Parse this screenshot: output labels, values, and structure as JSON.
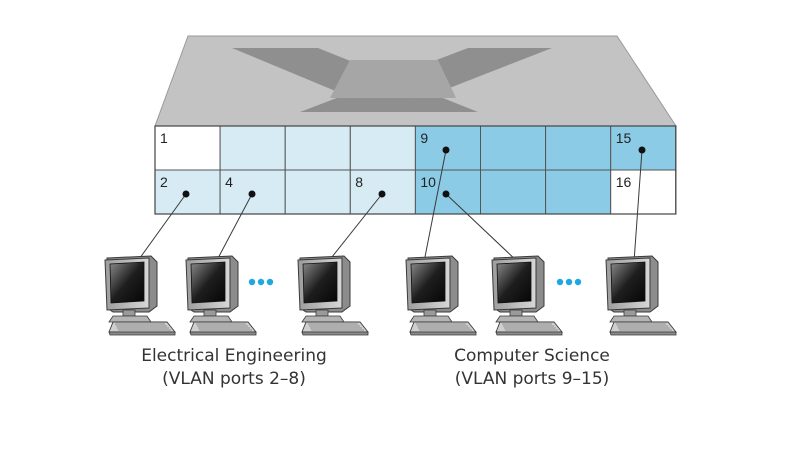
{
  "switch": {
    "ports": [
      {
        "number": "1",
        "vlan": "none"
      },
      {
        "number": "",
        "vlan": "ee"
      },
      {
        "number": "",
        "vlan": "ee"
      },
      {
        "number": "",
        "vlan": "ee"
      },
      {
        "number": "9",
        "vlan": "cs"
      },
      {
        "number": "",
        "vlan": "cs"
      },
      {
        "number": "",
        "vlan": "cs"
      },
      {
        "number": "15",
        "vlan": "cs"
      },
      {
        "number": "2",
        "vlan": "ee"
      },
      {
        "number": "4",
        "vlan": "ee"
      },
      {
        "number": "",
        "vlan": "ee"
      },
      {
        "number": "8",
        "vlan": "ee"
      },
      {
        "number": "10",
        "vlan": "cs"
      },
      {
        "number": "",
        "vlan": "cs"
      },
      {
        "number": "",
        "vlan": "cs"
      },
      {
        "number": "16",
        "vlan": "none"
      }
    ]
  },
  "groups": {
    "ee": {
      "name": "Electrical Engineering",
      "ports": "(VLAN ports 2–8)"
    },
    "cs": {
      "name": "Computer Science",
      "ports": "(VLAN ports 9–15)"
    }
  },
  "colors": {
    "ee_vlan": "#d6ebf4",
    "cs_vlan": "#8ccbe6",
    "unassigned": "#ffffff",
    "switch_top": "#bfbfbf",
    "ellipsis": "#1ea7e1"
  }
}
